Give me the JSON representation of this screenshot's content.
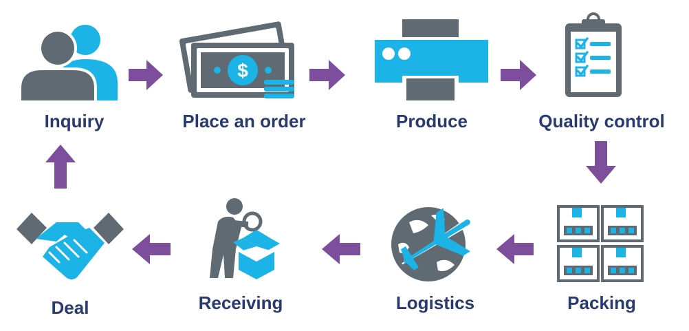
{
  "colors": {
    "gray": "#5f6a72",
    "blue": "#1cb4e6",
    "arrow": "#7d4e9c",
    "label": "#283a6e"
  },
  "steps": [
    {
      "label": "Inquiry",
      "icon": "users-icon"
    },
    {
      "label": "Place an order",
      "icon": "money-icon"
    },
    {
      "label": "Produce",
      "icon": "printer-icon"
    },
    {
      "label": "Quality control",
      "icon": "clipboard-checklist-icon"
    },
    {
      "label": "Packing",
      "icon": "boxes-icon"
    },
    {
      "label": "Logistics",
      "icon": "globe-plane-icon"
    },
    {
      "label": "Receiving",
      "icon": "person-inspecting-box-icon"
    },
    {
      "label": "Deal",
      "icon": "handshake-icon"
    }
  ]
}
